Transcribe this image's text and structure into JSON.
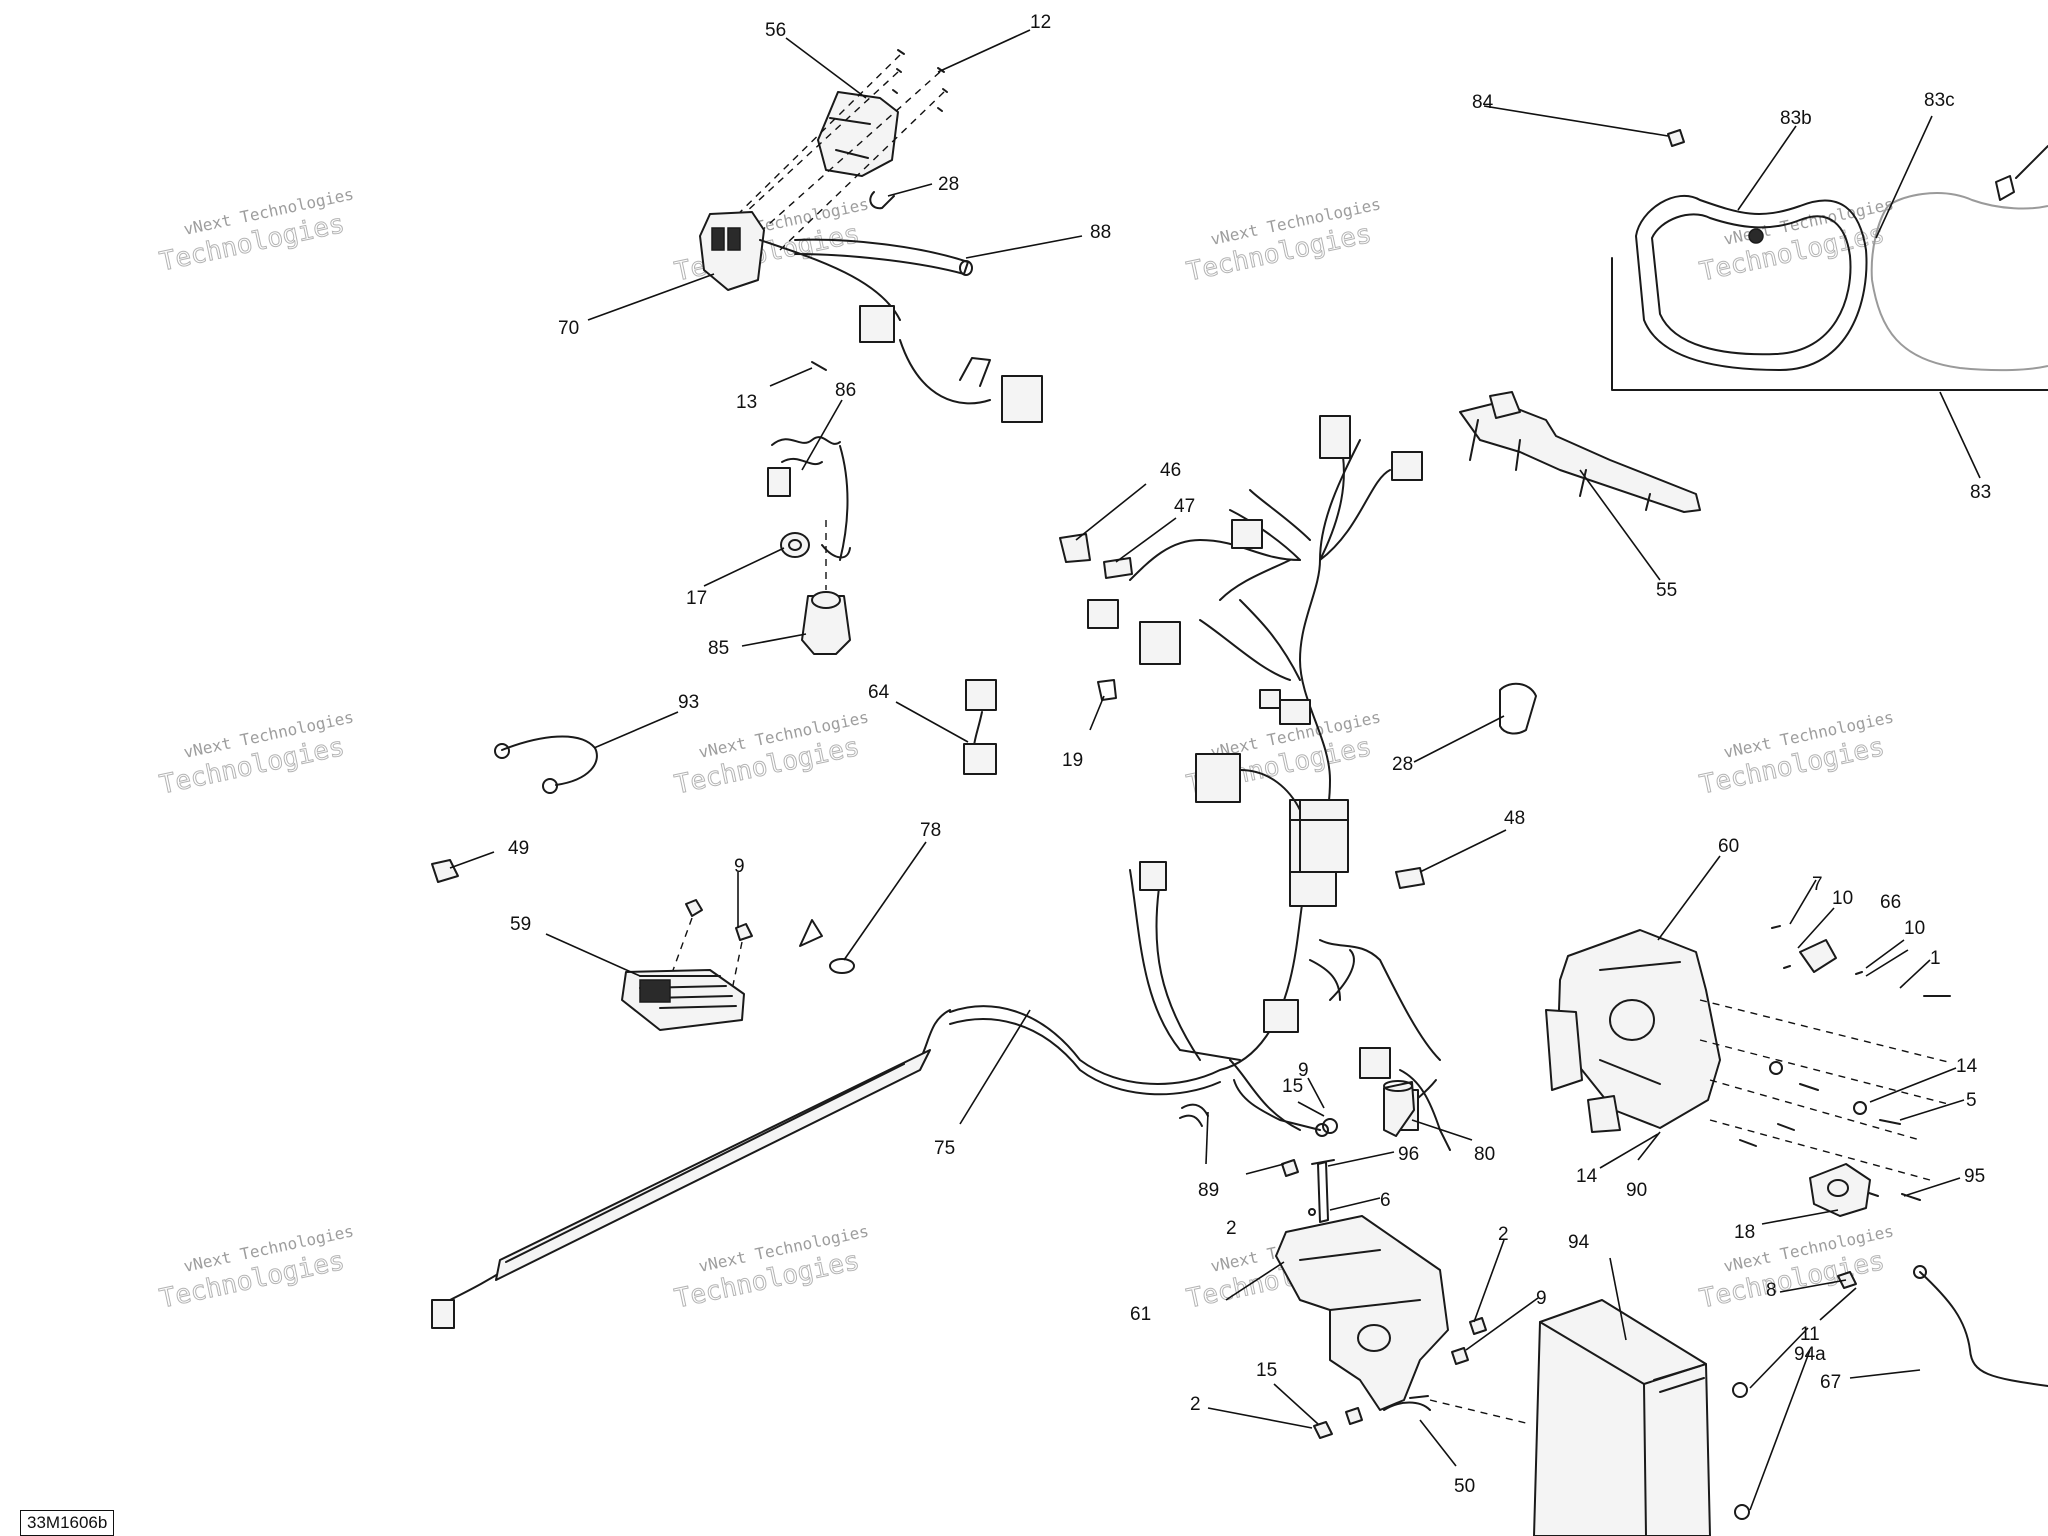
{
  "diagram": {
    "reference_code": "33M1606b",
    "watermark": {
      "line1": "vNext Technologies",
      "line2": "Technologies"
    },
    "callouts": {
      "c56": "56",
      "c12": "12",
      "c28a": "28",
      "c88": "88",
      "c70": "70",
      "c13": "13",
      "c86": "86",
      "c17": "17",
      "c85": "85",
      "c93": "93",
      "c64": "64",
      "c19": "19",
      "c49": "49",
      "c9a": "9",
      "c59": "59",
      "c78": "78",
      "c75": "75",
      "c46": "46",
      "c47": "47",
      "c28b": "28",
      "c48": "48",
      "c84": "84",
      "c83b": "83b",
      "c83c": "83c",
      "c83": "83",
      "c55": "55",
      "c60": "60",
      "c7": "7",
      "c10a": "10",
      "c66": "66",
      "c10b": "10",
      "c1": "1",
      "c14a": "14",
      "c5": "5",
      "c14b": "14",
      "c90": "90",
      "c95": "95",
      "c18": "18",
      "c8": "8",
      "c11": "11",
      "c67": "67",
      "c94": "94",
      "c94a": "94a",
      "c9b": "9",
      "c15a": "15",
      "c80": "80",
      "c89": "89",
      "c96": "96",
      "c2a": "2",
      "c6": "6",
      "c2b": "2",
      "c9c": "9",
      "c61": "61",
      "c15b": "15",
      "c2c": "2",
      "c50": "50"
    }
  }
}
